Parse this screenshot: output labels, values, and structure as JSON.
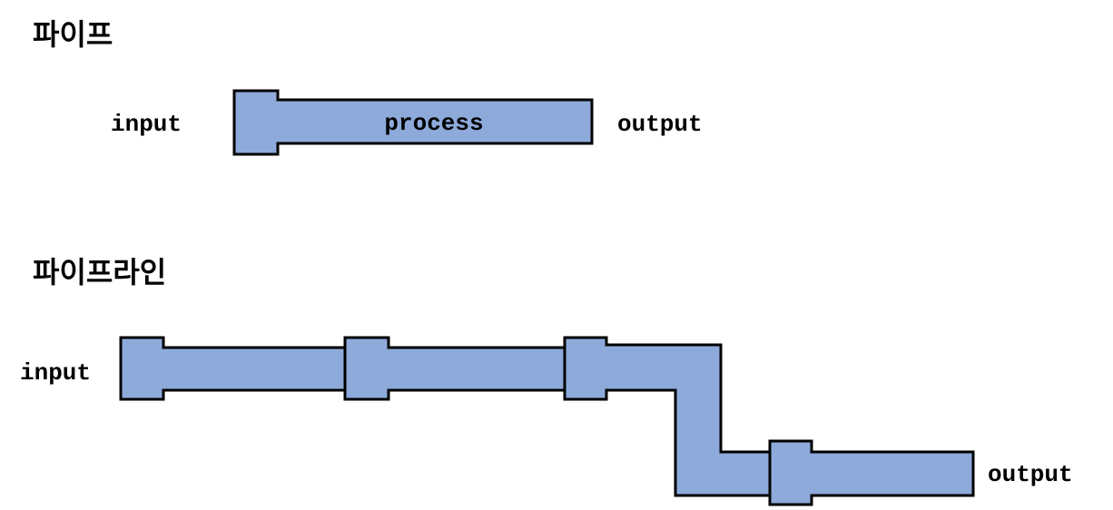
{
  "pipe_section": {
    "title": "파이프",
    "input_label": "input",
    "process_label": "process",
    "output_label": "output"
  },
  "pipeline_section": {
    "title": "파이프라인",
    "input_label": "input",
    "output_label": "output"
  },
  "colors": {
    "pipe_fill": "#8eaadb",
    "pipe_stroke": "#000000",
    "text": "#000000",
    "background": "#ffffff"
  }
}
